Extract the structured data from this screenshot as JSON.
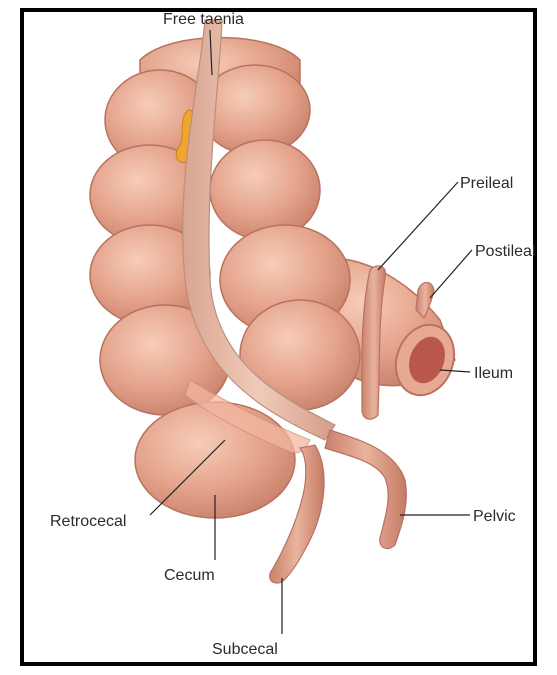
{
  "figure": {
    "labels": {
      "free_taenia": "Free taenia",
      "preileal": "Preileal",
      "postileal": "Postileal",
      "ileum": "Ileum",
      "retrocecal": "Retrocecal",
      "pelvic": "Pelvic",
      "cecum": "Cecum",
      "subcecal": "Subcecal"
    },
    "colors": {
      "colon": "#e3a189",
      "colon_shadow": "#c8806a",
      "colon_highlight": "#f3c3ae",
      "taenia": "#e7c0ae",
      "fat": "#f0a530",
      "ileum_lumen": "#b8574a",
      "frame": "#000000"
    }
  }
}
